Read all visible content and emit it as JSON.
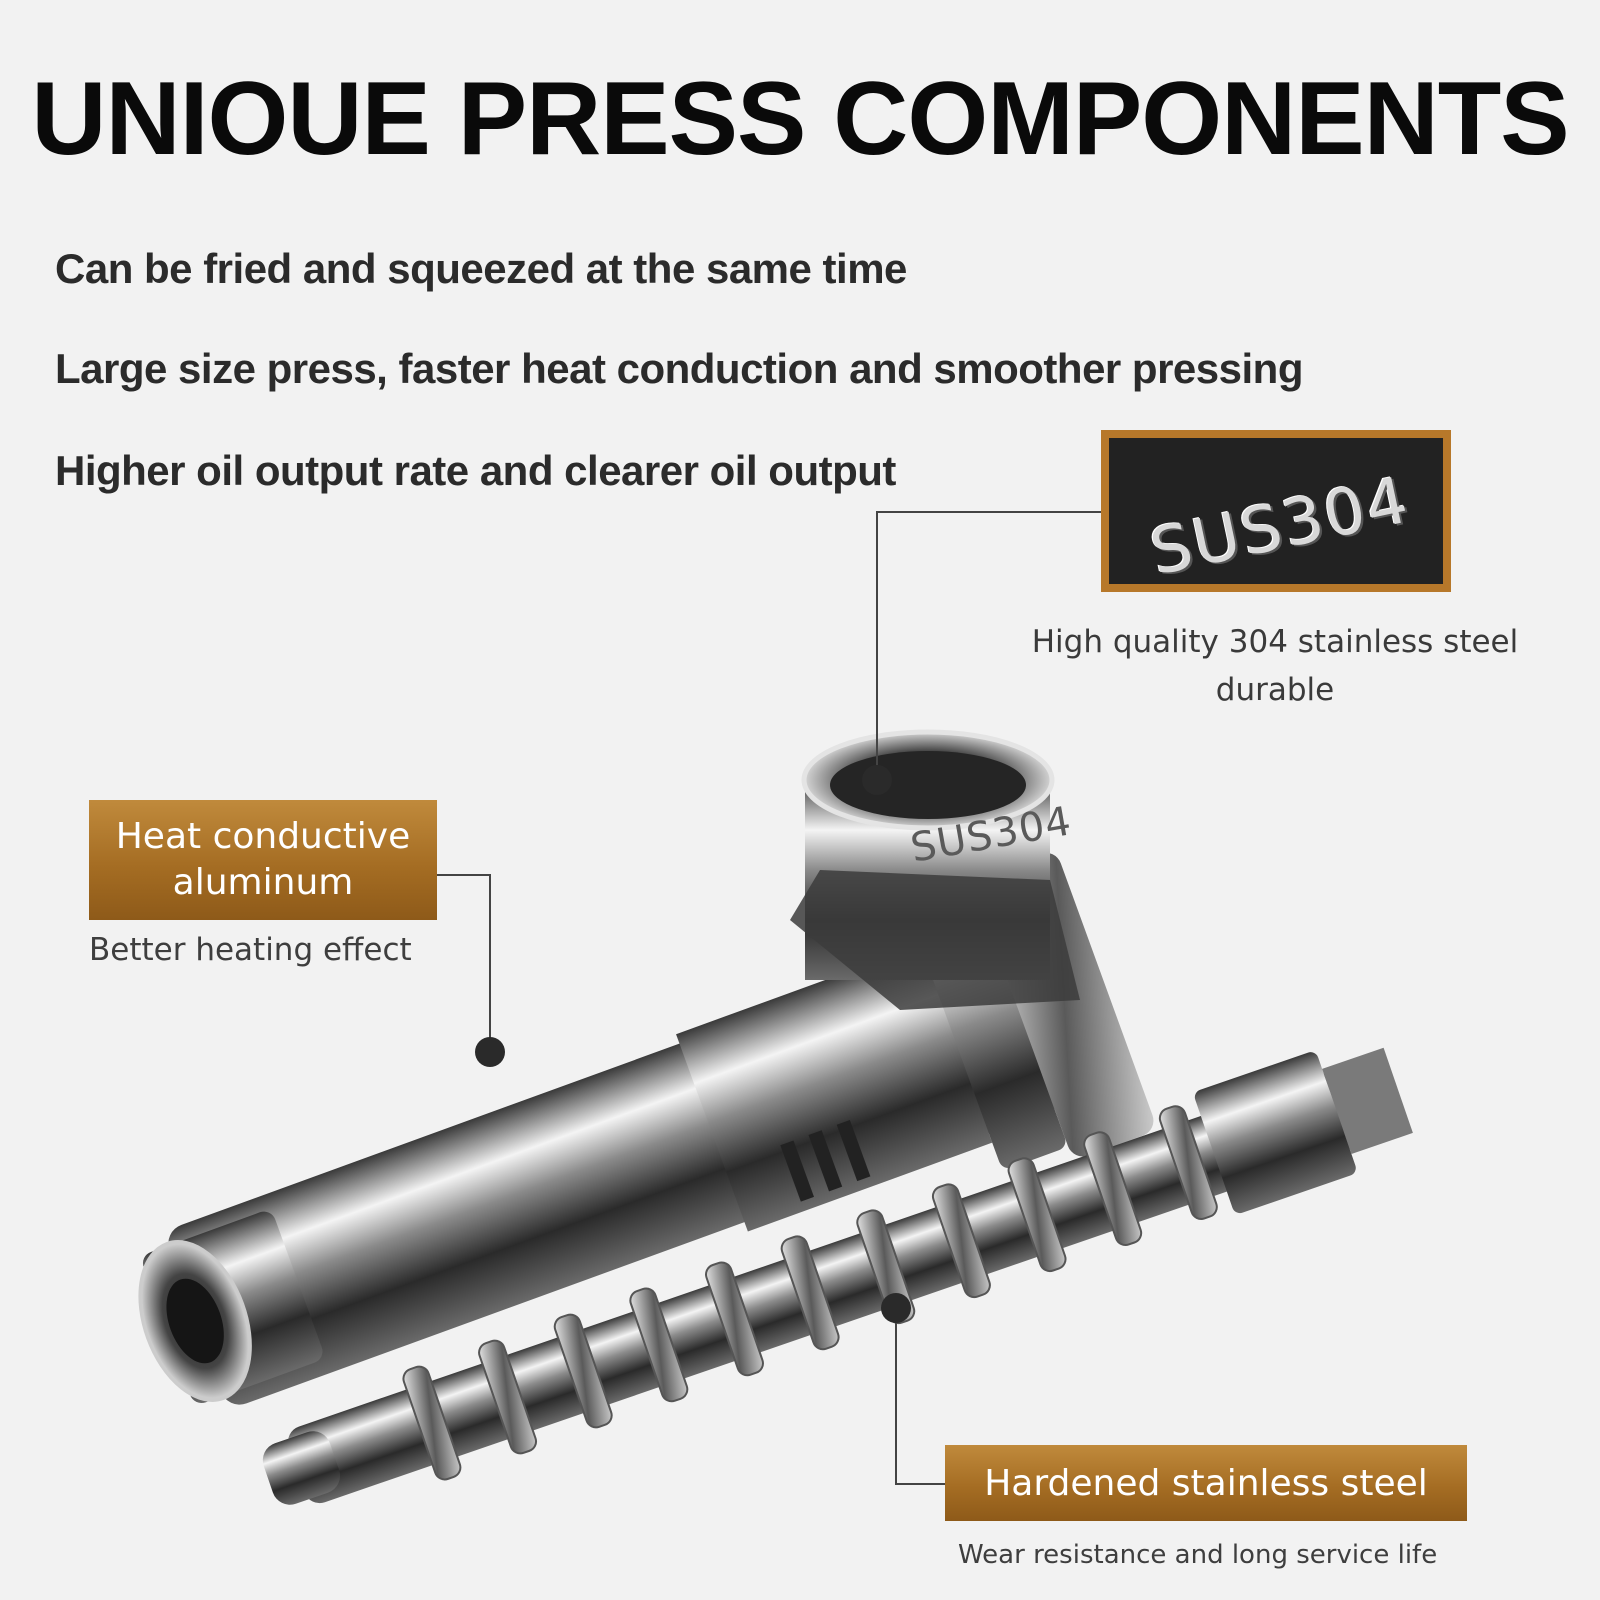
{
  "title": "UNIOUE PRESS COMPONENTS",
  "features": [
    "Can be fried and squeezed at the same time",
    "Large size press, faster heat conduction and smoother pressing",
    "Higher oil output rate and clearer oil output"
  ],
  "callouts": {
    "heat": {
      "label": "Heat conductive aluminum",
      "caption": "Better heating effect"
    },
    "steel": {
      "caption": "High quality 304 stainless steel durable",
      "stamp": "SUS304"
    },
    "hardened": {
      "label": "Hardened stainless steel",
      "caption": "Wear resistance and long service life"
    }
  },
  "colors": {
    "accent": "#b7782a",
    "title": "#0a0a0a",
    "text": "#2b2b2b",
    "background": "#f2f2f2"
  }
}
